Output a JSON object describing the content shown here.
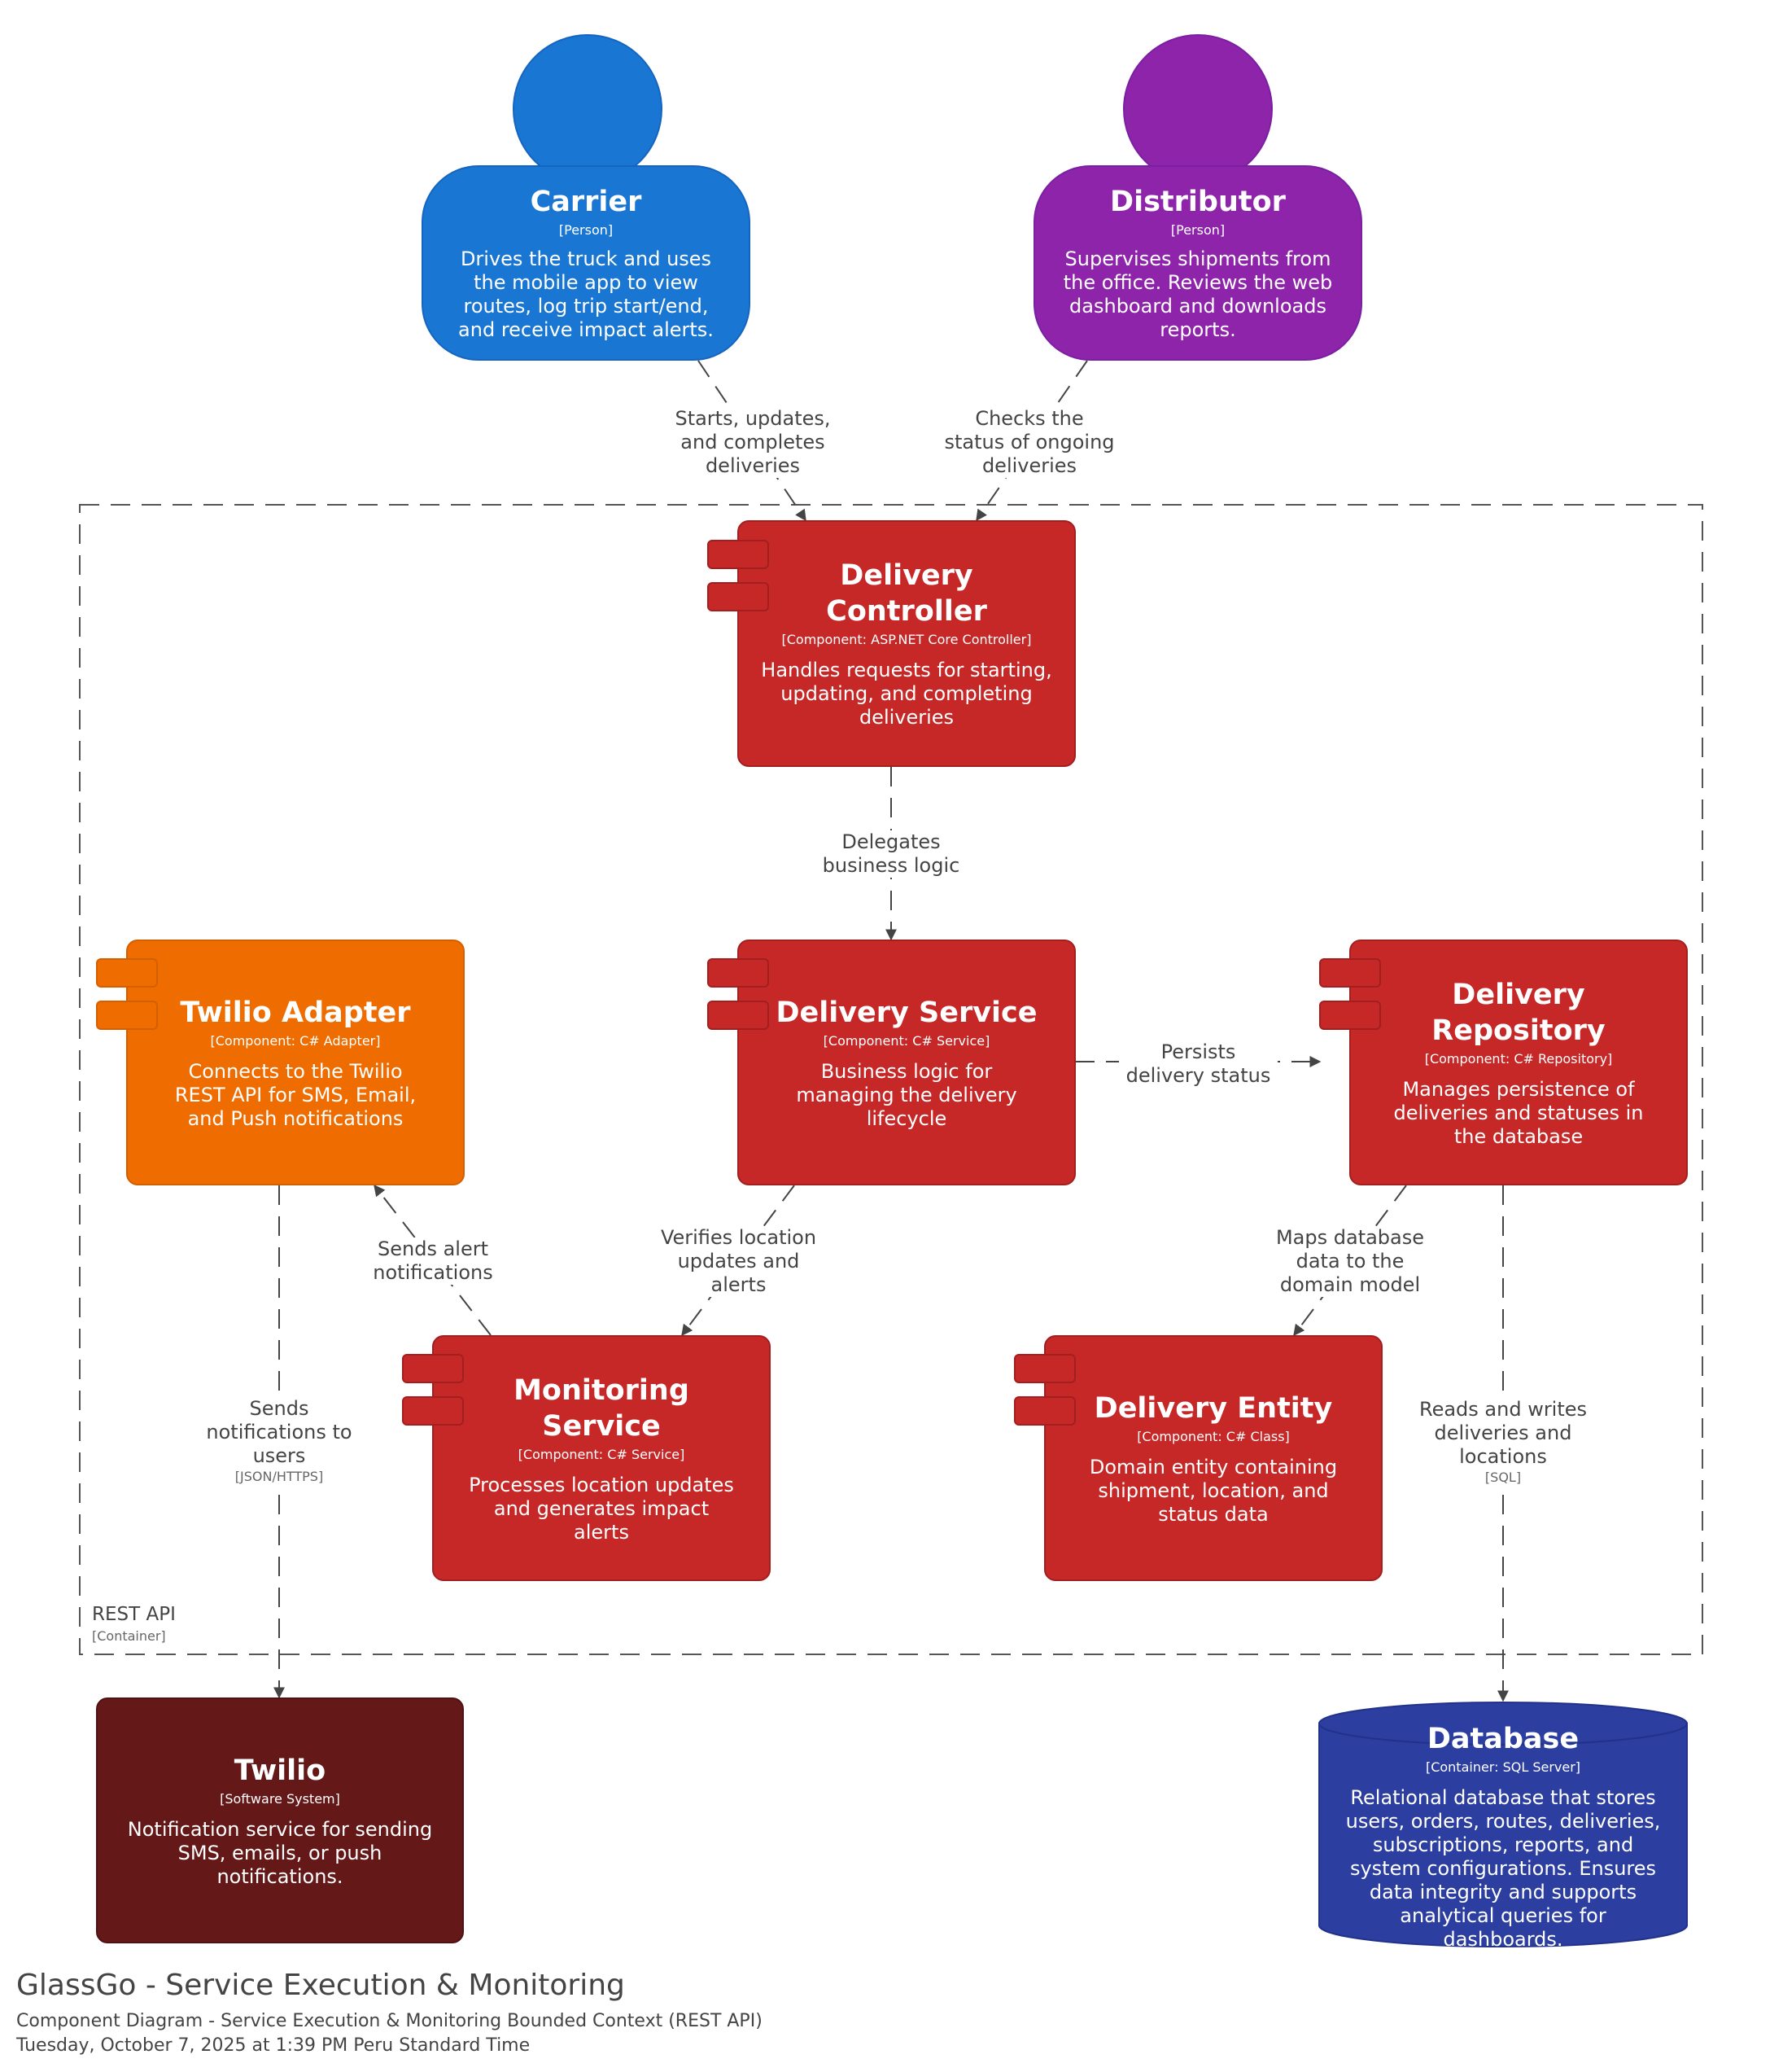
{
  "diagram": {
    "boundary": {
      "name": "REST API",
      "type": "[Container]"
    },
    "persons": {
      "carrier": {
        "title": "Carrier",
        "type": "[Person]",
        "description": "Drives the truck and uses the mobile app to view routes, log trip start/end, and receive impact alerts.",
        "color": "#1976d2"
      },
      "distributor": {
        "title": "Distributor",
        "type": "[Person]",
        "description": "Supervises shipments from the office. Reviews the web dashboard and downloads reports.",
        "color": "#8e24aa"
      }
    },
    "components": {
      "delivery_controller": {
        "title": "Delivery Controller",
        "type": "[Component: ASP.NET Core Controller]",
        "description": "Handles requests for starting, updating, and completing deliveries",
        "color": "#c62828"
      },
      "twilio_adapter": {
        "title": "Twilio Adapter",
        "type": "[Component: C# Adapter]",
        "description": "Connects to the Twilio REST API for SMS, Email, and Push notifications",
        "color": "#ef6c00"
      },
      "delivery_service": {
        "title": "Delivery Service",
        "type": "[Component: C# Service]",
        "description": "Business logic for managing the delivery lifecycle",
        "color": "#c62828"
      },
      "delivery_repository": {
        "title": "Delivery Repository",
        "type": "[Component: C# Repository]",
        "description": "Manages persistence of deliveries and statuses in the database",
        "color": "#c62828"
      },
      "monitoring_service": {
        "title": "Monitoring Service",
        "type": "[Component: C# Service]",
        "description": "Processes location updates and generates impact alerts",
        "color": "#c62828"
      },
      "delivery_entity": {
        "title": "Delivery Entity",
        "type": "[Component: C# Class]",
        "description": "Domain entity containing shipment, location, and status data",
        "color": "#c62828"
      }
    },
    "external": {
      "twilio": {
        "title": "Twilio",
        "type": "[Software System]",
        "description": "Notification service for sending SMS, emails, or push notifications.",
        "color": "#641818"
      },
      "database": {
        "title": "Database",
        "type": "[Container: SQL Server]",
        "description": "Relational database that stores users, orders, routes, deliveries, subscriptions, reports, and system configurations. Ensures data integrity and supports analytical queries for dashboards.",
        "color": "#2c3e9f"
      }
    },
    "relations": {
      "carrier_controller": {
        "label": "Starts, updates, and completes deliveries"
      },
      "distributor_controller": {
        "label": "Checks the status of ongoing deliveries"
      },
      "controller_service": {
        "label": "Delegates business logic"
      },
      "service_repository": {
        "label": "Persists delivery status"
      },
      "service_monitoring": {
        "label": "Verifies location updates and alerts"
      },
      "monitoring_adapter": {
        "label": "Sends alert notifications"
      },
      "repository_entity": {
        "label": "Maps database data to the domain model"
      },
      "adapter_twilio": {
        "label": "Sends notifications to users",
        "tech": "[JSON/HTTPS]"
      },
      "repository_database": {
        "label": "Reads and writes deliveries and locations",
        "tech": "[SQL]"
      }
    }
  },
  "legend": {
    "title": "GlassGo - Service Execution & Monitoring",
    "subtitle": "Component Diagram - Service Execution & Monitoring Bounded Context (REST API)",
    "timestamp": "Tuesday, October 7, 2025 at 1:39 PM Peru Standard Time"
  }
}
